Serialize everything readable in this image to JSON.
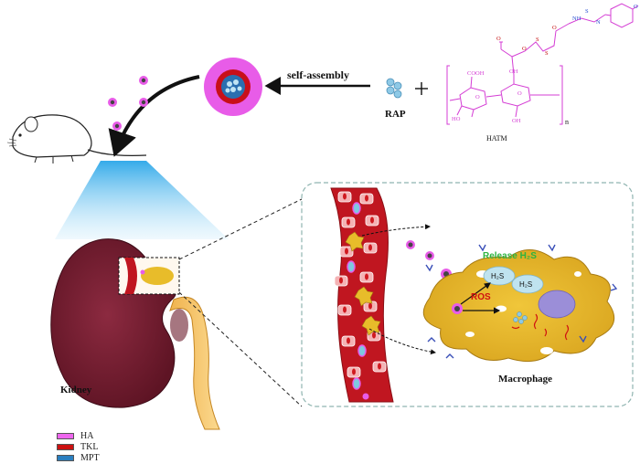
{
  "labels": {
    "self_assembly": "self-assembly",
    "rap": "RAP",
    "hatm": "HATM",
    "kidney": "Kidney",
    "macrophage": "Macrophage",
    "ros": "ROS",
    "release_h2s": "Release H₂S",
    "h2s_a": "H₂S",
    "h2s_b": "H₂S",
    "subscript_n": "n"
  },
  "chem": {
    "cooh": "COOH",
    "ho": "HO",
    "oh_top": "OH",
    "oh_mid": "OH",
    "o_ring1": "O",
    "o_ring2": "O",
    "s1": "S",
    "s2": "S",
    "s_thio": "S",
    "nh1": "NH",
    "nh2": "N",
    "o_ester": "O",
    "o_carbonyl": "O",
    "o_methoxy": "O"
  },
  "legend": [
    {
      "label": "HA",
      "color": "#ee66ee"
    },
    {
      "label": "TKL",
      "color": "#cc1111"
    },
    {
      "label": "MPT",
      "color": "#2a7fc0"
    }
  ],
  "colors": {
    "kidney": "#7a1f33",
    "blood_vessel": "#c01620",
    "macrophage": "#e8bc2a",
    "nanoparticle_shell": "#e85ce8",
    "nanoparticle_core": "#c80f1a",
    "hatm_structure": "#d43cd4",
    "ros": "#d01010",
    "release_text": "#2db340",
    "arrow": "#111111"
  }
}
